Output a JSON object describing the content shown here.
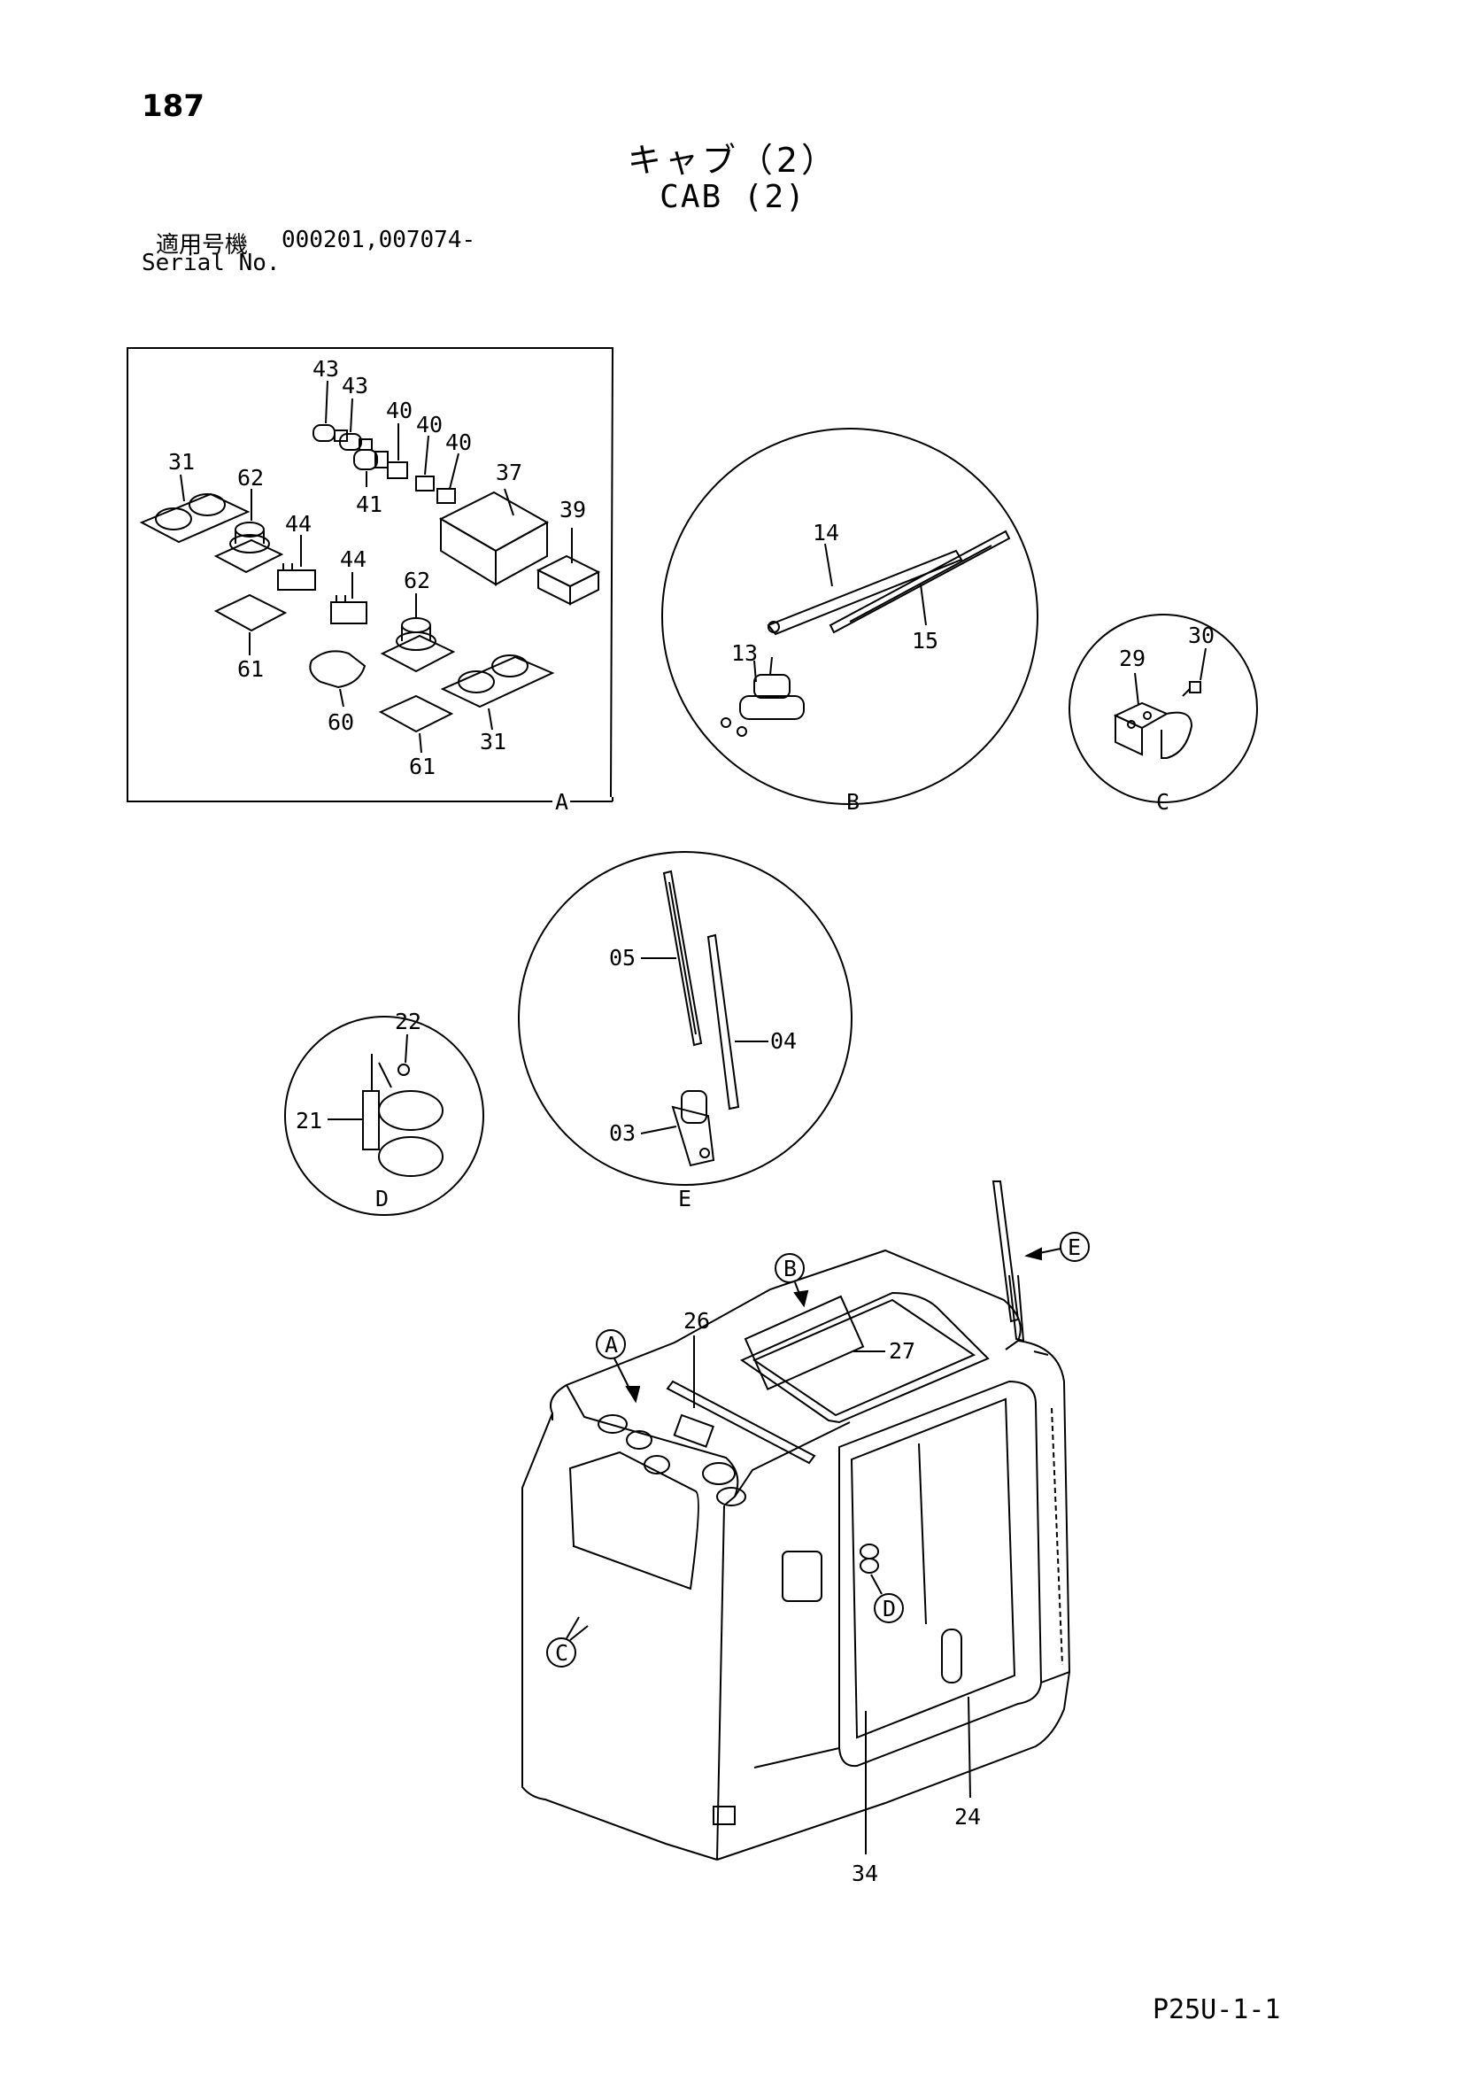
{
  "page": {
    "number": "187",
    "title_jp": "キャブ（2）",
    "title_en": "CAB (2)",
    "serial_label_jp": "適用号機",
    "serial_value": "000201,007074-",
    "serial_label_en": "Serial No.",
    "page_code": "P25U-1-1"
  },
  "callouts": {
    "n43a": "43",
    "n43b": "43",
    "n40a": "40",
    "n40b": "40",
    "n40c": "40",
    "n31a": "31",
    "n31b": "31",
    "n62a": "62",
    "n62b": "62",
    "n44a": "44",
    "n44b": "44",
    "n41": "41",
    "n37": "37",
    "n39": "39",
    "n61a": "61",
    "n61b": "61",
    "n60": "60",
    "n14": "14",
    "n15": "15",
    "n13": "13",
    "n29": "29",
    "n30": "30",
    "n05": "05",
    "n04": "04",
    "n03": "03",
    "n22": "22",
    "n21": "21",
    "n26": "26",
    "n27": "27",
    "n24": "24",
    "n34": "34"
  },
  "detail_tags": {
    "A": "A",
    "B": "B",
    "C": "C",
    "D": "D",
    "E": "E"
  }
}
